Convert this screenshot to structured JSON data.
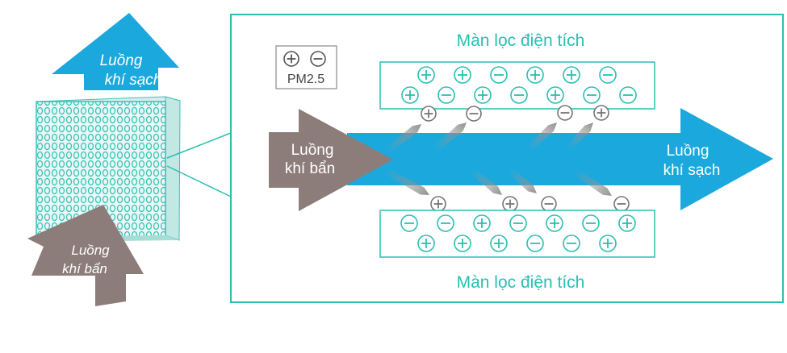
{
  "left_panel": {
    "clean_air_label_line1": "Luồng",
    "clean_air_label_line2": "khí sạch",
    "dirty_air_label_line1": "Luồng",
    "dirty_air_label_line2": "khí bẩn"
  },
  "detail_panel": {
    "top_filter_label": "Màn lọc điện tích",
    "bottom_filter_label": "Màn lọc điện tích",
    "legend_label": "PM2.5",
    "dirty_air_label_line1": "Luồng",
    "dirty_air_label_line2": "khí bẩn",
    "clean_air_label_line1": "Luồng",
    "clean_air_label_line2": "khí sạch"
  },
  "icons": {
    "positive_charge": "plus-circle-icon",
    "negative_charge": "minus-circle-icon"
  },
  "colors": {
    "accent_teal": "#2bbfb3",
    "clean_air_blue": "#1ba9dd",
    "dirty_air_brown": "#8c7d7a",
    "particle_gray": "#777777"
  },
  "filters": {
    "top_row1": [
      "+",
      "+",
      "-",
      "+",
      "+",
      "-"
    ],
    "top_row2": [
      "+",
      "-",
      "+",
      "-",
      "+",
      "-",
      "-"
    ],
    "bottom_row1": [
      "-",
      "-",
      "+",
      "-",
      "+",
      "-",
      "+"
    ],
    "bottom_row2": [
      "+",
      "+",
      "+",
      "-",
      "-",
      "+"
    ],
    "particles_top": [
      "+",
      "-",
      "-",
      "+"
    ],
    "particles_bottom": [
      "+",
      "+",
      "-",
      "-"
    ]
  }
}
